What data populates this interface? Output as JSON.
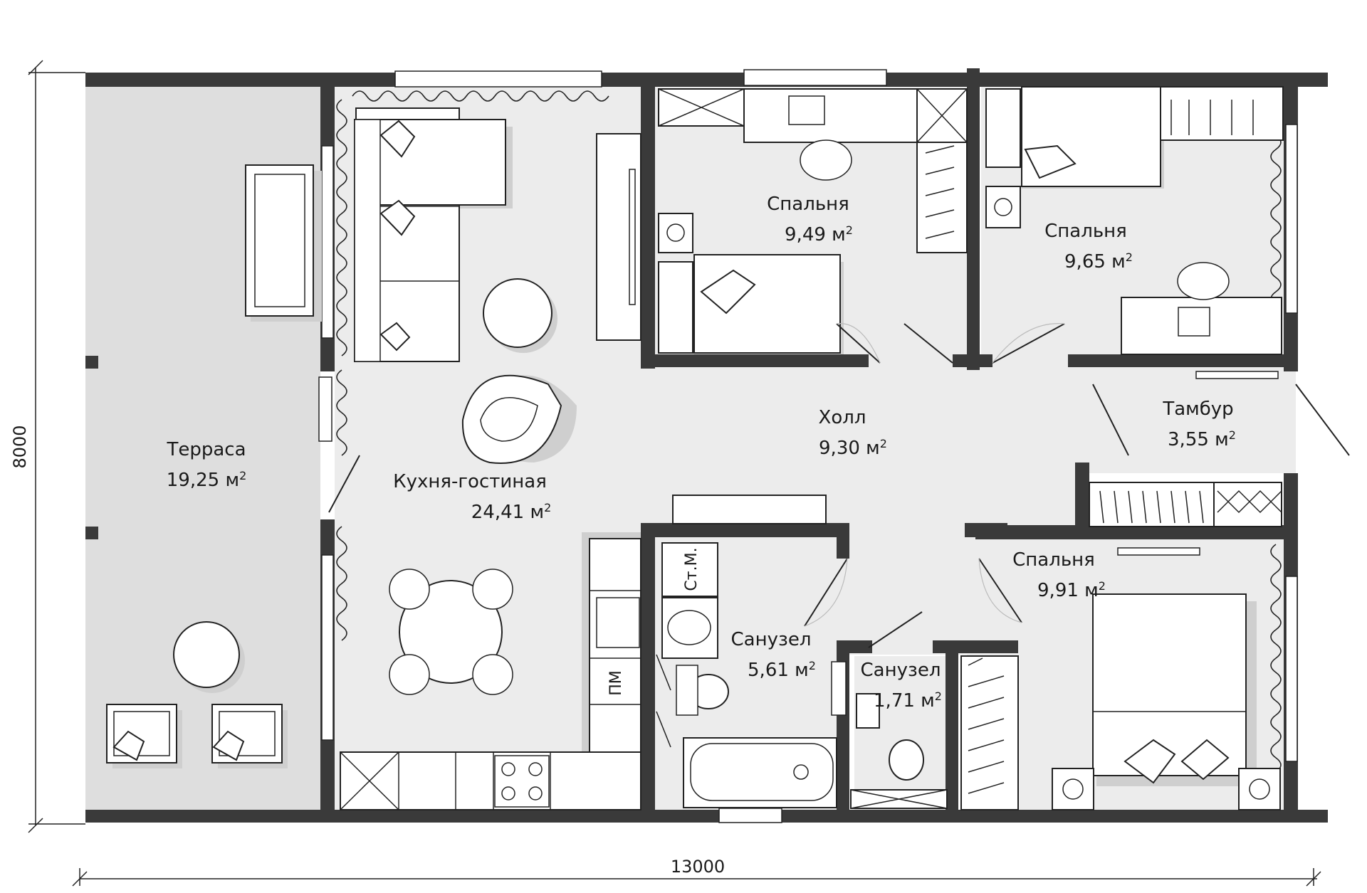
{
  "dimensions": {
    "width": "13000",
    "height": "8000"
  },
  "rooms": {
    "terrace": {
      "name": "Терраса",
      "area": "19,25 м"
    },
    "living": {
      "name": "Кухня-гостиная",
      "area": "24,41 м"
    },
    "bedroom1": {
      "name": "Спальня",
      "area": "9,49 м"
    },
    "bedroom2": {
      "name": "Спальня",
      "area": "9,65 м"
    },
    "hall": {
      "name": "Холл",
      "area": "9,30 м"
    },
    "vestibule": {
      "name": "Тамбур",
      "area": "3,55 м"
    },
    "bathroom1": {
      "name": "Санузел",
      "area": "5,61 м"
    },
    "bathroom2": {
      "name": "Санузел",
      "area": "1,71 м"
    },
    "bedroom3": {
      "name": "Спальня",
      "area": "9,91 м"
    }
  },
  "area_superscript": "2",
  "fixtures": {
    "washing_machine": "Ст.М.",
    "dishwasher": "ПМ"
  },
  "colors": {
    "wall": "#3a3a3a",
    "floor": "#ececec",
    "terrace": "#dedede"
  }
}
